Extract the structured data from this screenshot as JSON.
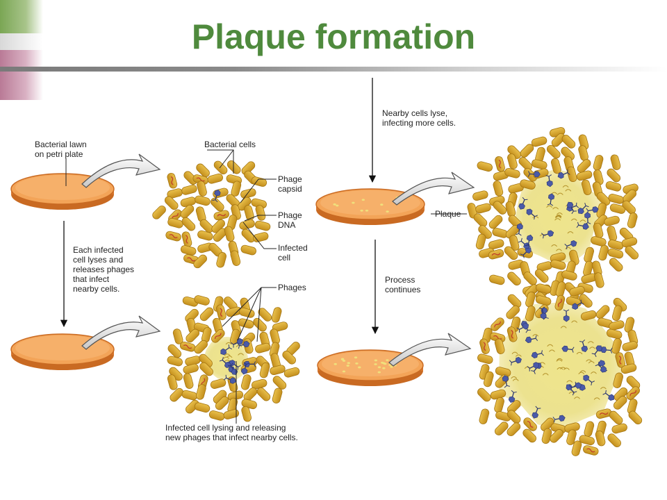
{
  "slide": {
    "title": "Plaque formation",
    "colors": {
      "title": "#4f8a3d",
      "corner_green": "#7aa654",
      "corner_pink": "#b97a96",
      "bacteria": "#d4a22a",
      "plate_rim": "#e28a3c",
      "plate_lawn": "#f0a050",
      "plaque": "#efe38a",
      "phage": "#4a5aa8"
    }
  },
  "labels": {
    "lawn": [
      "Bacterial lawn",
      "on petri plate"
    ],
    "bacterial_cells": "Bacterial cells",
    "phage_capsid": [
      "Phage",
      "capsid"
    ],
    "phage_dna": [
      "Phage",
      "DNA"
    ],
    "infected_cell": [
      "Infected",
      "cell"
    ],
    "each_infected": [
      "Each infected",
      "cell lyses and",
      "releases phages",
      "that infect",
      "nearby cells."
    ],
    "phages": "Phages",
    "lysing_caption": [
      "Infected cell lysing and releasing",
      "new phages that infect nearby cells."
    ],
    "nearby_lyse": [
      "Nearby cells lyse,",
      "infecting more cells."
    ],
    "plaque": "Plaque",
    "process_continues": [
      "Process",
      "continues"
    ]
  }
}
